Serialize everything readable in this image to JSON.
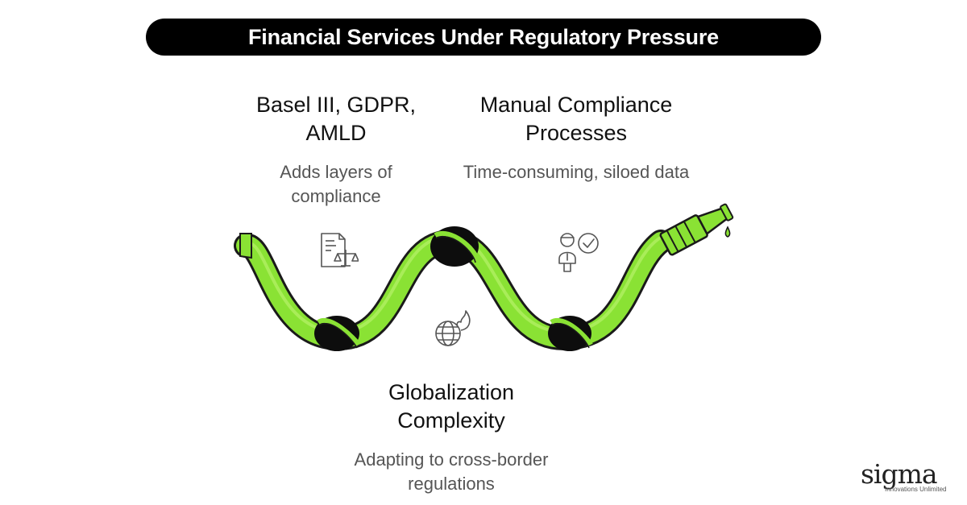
{
  "title": "Financial Services Under Regulatory Pressure",
  "items": [
    {
      "heading": "Basel III, GDPR, AMLD",
      "description": "Adds layers of compliance",
      "icon": "document-scale-icon"
    },
    {
      "heading": "Manual Compliance Processes",
      "description": "Time-consuming, siloed data",
      "icon": "person-check-icon"
    },
    {
      "heading": "Globalization Complexity",
      "description": "Adapting to cross-border regulations",
      "icon": "globe-fire-icon"
    }
  ],
  "logo": {
    "name": "sigma",
    "tagline": "Innovations Unlimited"
  },
  "colors": {
    "hose": "#8ae234",
    "outline": "#1a1a1a",
    "knot": "#0d0d0d",
    "title_bg": "#000000"
  }
}
